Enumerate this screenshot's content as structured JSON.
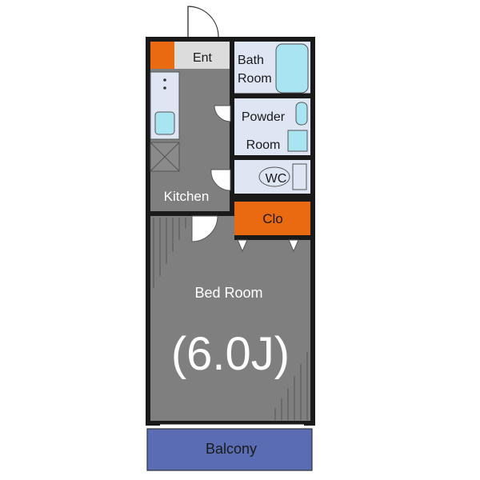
{
  "rooms": {
    "entrance": "Ent",
    "bath_line1": "Bath",
    "bath_line2": "Room",
    "powder_line1": "Powder",
    "powder_line2": "Room",
    "wc": "WC",
    "kitchen": "Kitchen",
    "closet": "Clo",
    "bedroom": "Bed Room",
    "bedroom_size": "(6.0J)",
    "balcony": "Balcony"
  },
  "colors": {
    "wall": "#1a1a1a",
    "floor_gray": "#7f7f7f",
    "wet_area": "#dde6f2",
    "fixture": "#a9e4f2",
    "closet": "#ea6a12",
    "balcony": "#5a6cb3",
    "entrance_floor": "#dcdcdc"
  }
}
